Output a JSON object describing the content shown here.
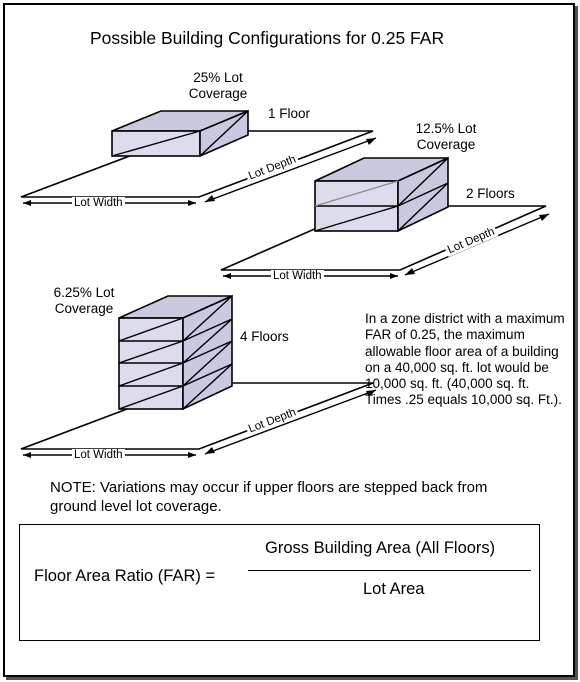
{
  "title": "Possible Building Configurations for 0.25 FAR",
  "configs": [
    {
      "coverage": "25% Lot\nCoverage",
      "floors": "1 Floor",
      "lot_width": "Lot Width",
      "lot_depth": "Lot Depth"
    },
    {
      "coverage": "12.5% Lot\nCoverage",
      "floors": "2 Floors",
      "lot_width": "Lot Width",
      "lot_depth": "Lot Depth"
    },
    {
      "coverage": "6.25% Lot\nCoverage",
      "floors": "4 Floors",
      "lot_width": "Lot Width",
      "lot_depth": "Lot Depth"
    }
  ],
  "explanation": "In a zone district with a maximum FAR of 0.25, the maximum allowable floor area of a building on a 40,000 sq. ft. lot would be 10,000 sq. ft. (40,000 sq. ft. Times .25 equals 10,000 sq. Ft.).",
  "note": "NOTE: Variations may occur if upper floors are stepped back from ground level lot coverage.",
  "formula": {
    "left": "Floor Area Ratio (FAR) =",
    "numerator": "Gross Building Area (All Floors)",
    "denominator": "Lot Area"
  }
}
